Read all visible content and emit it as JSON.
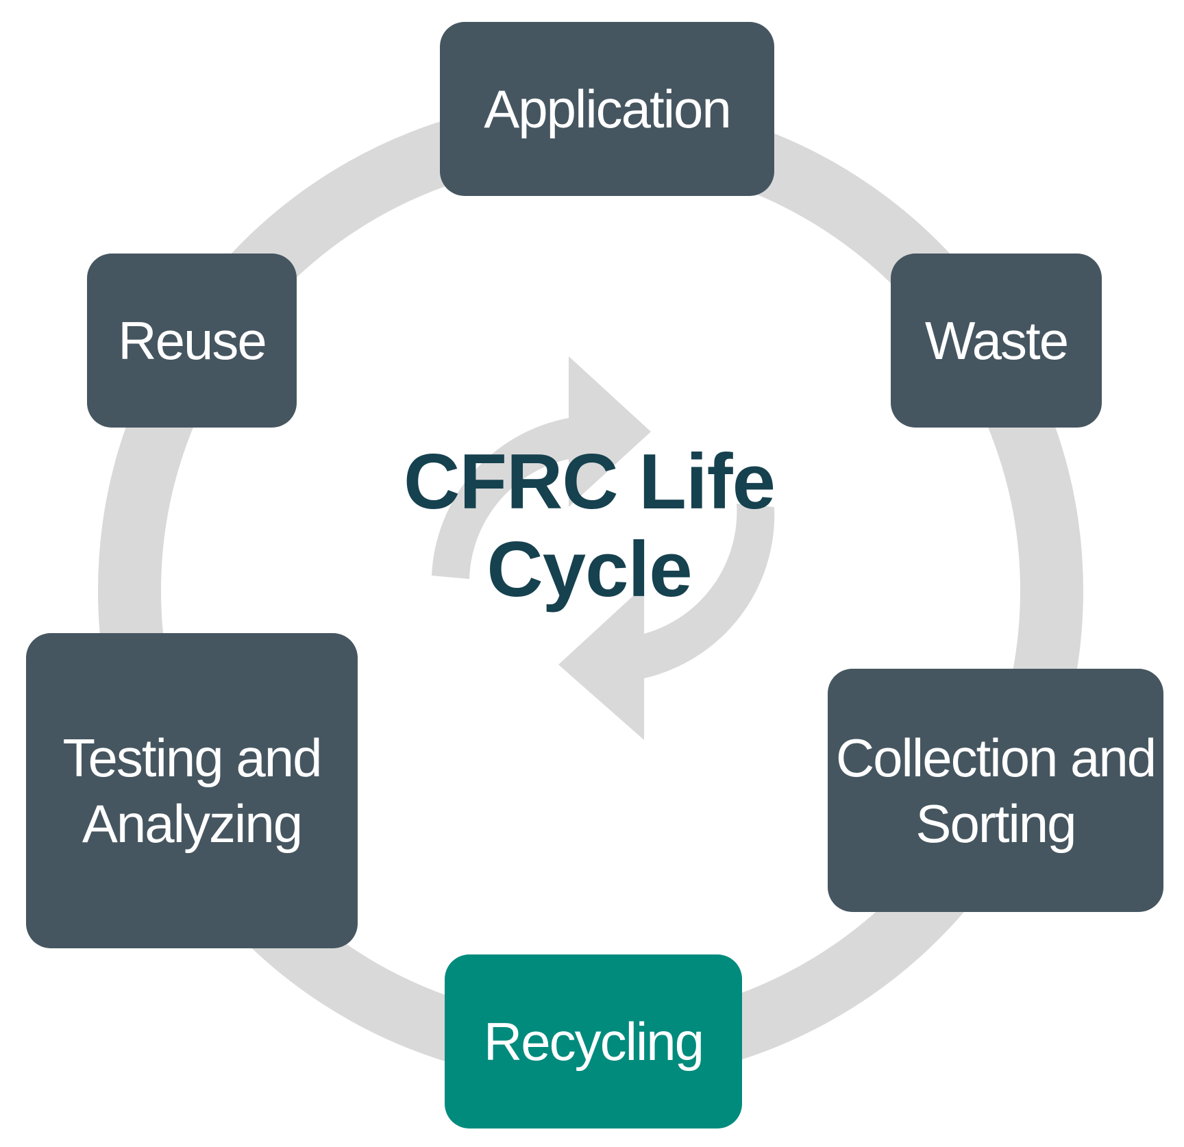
{
  "diagram": {
    "center": {
      "line1": "CFRC Life",
      "line2": "Cycle"
    },
    "stages": {
      "application": {
        "line1": "Application"
      },
      "waste": {
        "line1": "Waste"
      },
      "collection": {
        "line1": "Collection and",
        "line2": "Sorting"
      },
      "recycling": {
        "line1": "Recycling"
      },
      "testing": {
        "line1": "Testing and",
        "line2": "Analyzing"
      },
      "reuse": {
        "line1": "Reuse"
      }
    },
    "active_stage": "recycling"
  },
  "colors": {
    "background": "#ffffff",
    "ring": "#d9d9d9",
    "box": "#465660",
    "box_active": "#008b7d",
    "box_text": "#ffffff",
    "title": "#16414f",
    "center_arrows": "#d9d9d9"
  },
  "icons": {
    "center": "circular-arrows-icon"
  }
}
